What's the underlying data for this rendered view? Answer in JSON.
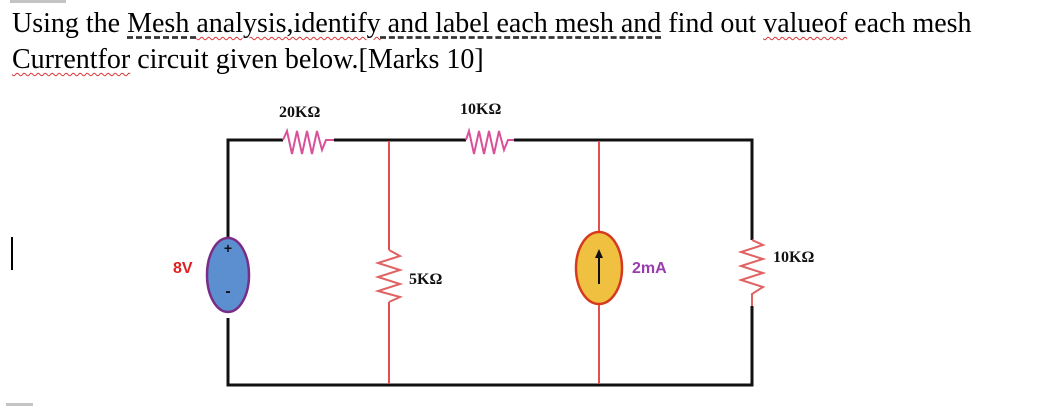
{
  "question": {
    "line1": {
      "prefix": "Using the ",
      "underlined_dashed_1": "Mesh ",
      "spell_1": "analysis,identify",
      "underlined_dashed_2": " and label each mesh and",
      "mid": " find out ",
      "spell_2": "valueof",
      "suffix": " each mesh"
    },
    "line2": {
      "spell_1": "Currentfor",
      "rest": " circuit given below.[Marks 10]"
    }
  },
  "circuit": {
    "components": {
      "r_top_left": {
        "label": "20KΩ",
        "color": "#d9519b"
      },
      "r_top_right": {
        "label": "10KΩ",
        "color": "#d9519b"
      },
      "r_mid": {
        "label": "5KΩ",
        "color": "#e06262"
      },
      "r_right": {
        "label": "10KΩ",
        "color": "#e06262"
      },
      "voltage_source": {
        "label": "8V",
        "plus": "+",
        "minus": "-",
        "fill": "#5b8fd0",
        "stroke": "#7a2d86",
        "label_color": "#e02020"
      },
      "current_source": {
        "label": "2mA",
        "direction": "up",
        "fill": "#f0c040",
        "stroke": "#d63a1e",
        "label_color": "#9b3bb0"
      }
    },
    "wire_colors": {
      "main": "#111111",
      "branch": "#e05050"
    }
  }
}
